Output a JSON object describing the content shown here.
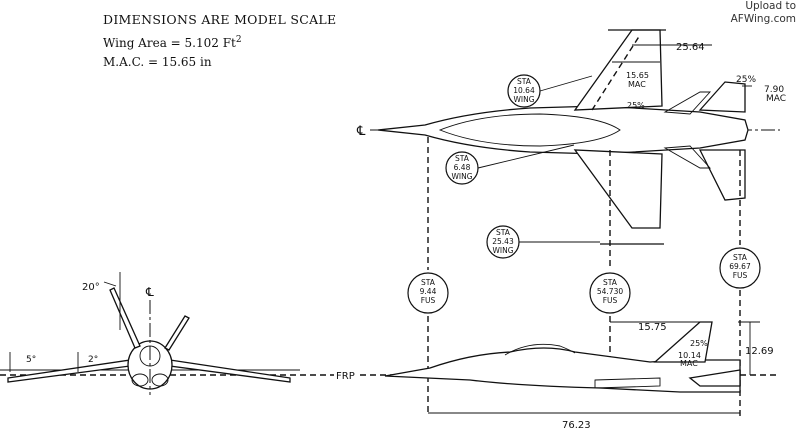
{
  "notes": {
    "title": "DIMENSIONS ARE MODEL SCALE",
    "wing_area_label": "Wing Area = 5.102 Ft",
    "wing_area_exp": "2",
    "mac": "M.A.C. = 15.65 in"
  },
  "watermark": {
    "line1": "Upload to",
    "line2": "AFWing.com"
  },
  "plan_view": {
    "centerline": "℄",
    "span_dim": "25.64",
    "mac_dim": "15.65\nMAC",
    "pct25_wing": "25%",
    "pct25_tail": "25%",
    "tail_mac": "7.90\nMAC",
    "sta_wing_front": "STA\n10.64\nWING",
    "sta_wing_root": "STA\n6.48\nWING",
    "sta_wing_lower": "STA\n25.43\nWING"
  },
  "side_view": {
    "frp": "FRP",
    "tail_dim": "15.75",
    "tail_mac": "10.14\nMAC",
    "pct25": "25%",
    "height_dim": "12.69",
    "length_dim": "76.23",
    "sta_fus_front": "STA\n9.44\nFUS",
    "sta_fus_mid": "STA\n54.730\nFUS",
    "sta_fus_rear": "STA\n69.67\nFUS"
  },
  "front_view": {
    "cant_angle": "20°",
    "centerline": "℄",
    "dihedral_outer": "5°",
    "dihedral_inner": "2°"
  }
}
